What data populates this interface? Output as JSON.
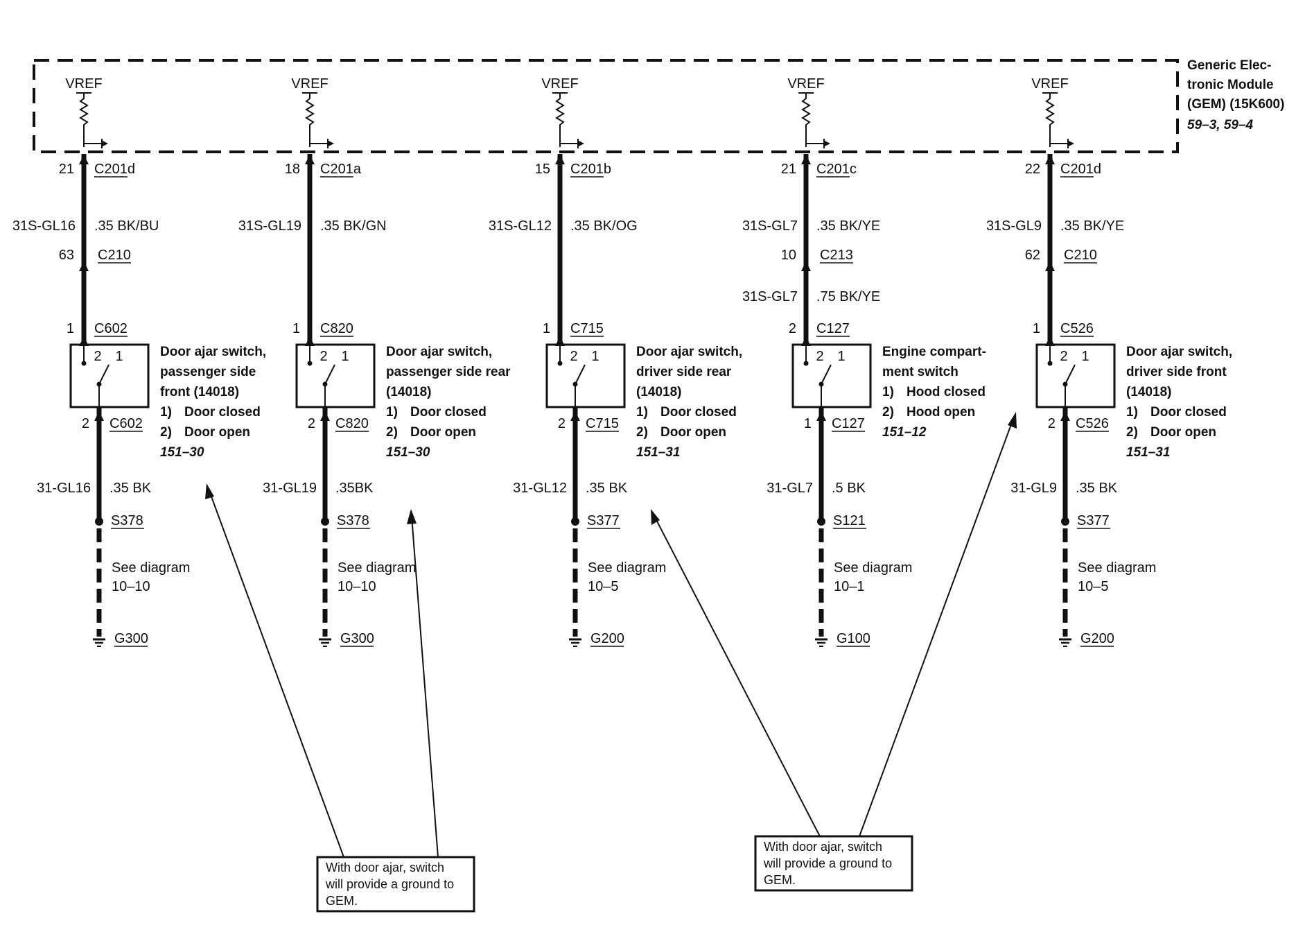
{
  "module": {
    "name_lines": [
      "Generic Elec-",
      "tronic Module",
      "(GEM) (15K600)"
    ],
    "ref": "59–3, 59–4",
    "vref_label": "VREF"
  },
  "circuits": [
    {
      "gem_pin": "21",
      "gem_connector": "C201d",
      "upper_circuit": "31S-GL16",
      "upper_wire": ".35 BK/BU",
      "inline_pin": "63",
      "inline_connector": "C210",
      "mid_circuit": "",
      "mid_wire": "",
      "sw_in_pin": "1",
      "sw_in_connector": "C602",
      "sw_out_pin": "2",
      "sw_out_connector": "C602",
      "component": [
        "Door ajar switch,",
        "passenger side",
        "front (14018)"
      ],
      "state1_num": "1)",
      "state1": "Door closed",
      "state2_num": "2)",
      "state2": "Door open",
      "ref": "151–30",
      "lower_circuit": "31-GL16",
      "lower_wire": ".35 BK",
      "splice": "S378",
      "see_line1": "See diagram",
      "see_line2": "10–10",
      "ground": "G300"
    },
    {
      "gem_pin": "18",
      "gem_connector": "C201a",
      "upper_circuit": "31S-GL19",
      "upper_wire": ".35 BK/GN",
      "inline_pin": "",
      "inline_connector": "",
      "mid_circuit": "",
      "mid_wire": "",
      "sw_in_pin": "1",
      "sw_in_connector": "C820",
      "sw_out_pin": "2",
      "sw_out_connector": "C820",
      "component": [
        "Door ajar switch,",
        "passenger side rear",
        "(14018)"
      ],
      "state1_num": "1)",
      "state1": "Door closed",
      "state2_num": "2)",
      "state2": "Door open",
      "ref": "151–30",
      "lower_circuit": "31-GL19",
      "lower_wire": ".35BK",
      "splice": "S378",
      "see_line1": "See diagram",
      "see_line2": "10–10",
      "ground": "G300"
    },
    {
      "gem_pin": "15",
      "gem_connector": "C201b",
      "upper_circuit": "31S-GL12",
      "upper_wire": ".35 BK/OG",
      "inline_pin": "",
      "inline_connector": "",
      "mid_circuit": "",
      "mid_wire": "",
      "sw_in_pin": "1",
      "sw_in_connector": "C715",
      "sw_out_pin": "2",
      "sw_out_connector": "C715",
      "component": [
        "Door ajar switch,",
        "driver side rear",
        "(14018)"
      ],
      "state1_num": "1)",
      "state1": "Door closed",
      "state2_num": "2)",
      "state2": "Door open",
      "ref": "151–31",
      "lower_circuit": "31-GL12",
      "lower_wire": ".35 BK",
      "splice": "S377",
      "see_line1": "See diagram",
      "see_line2": "10–5",
      "ground": "G200"
    },
    {
      "gem_pin": "21",
      "gem_connector": "C201c",
      "upper_circuit": "31S-GL7",
      "upper_wire": ".35 BK/YE",
      "inline_pin": "10",
      "inline_connector": "C213",
      "mid_circuit": "31S-GL7",
      "mid_wire": ".75 BK/YE",
      "sw_in_pin": "2",
      "sw_in_connector": "C127",
      "sw_out_pin": "1",
      "sw_out_connector": "C127",
      "component": [
        "Engine compart-",
        "ment switch"
      ],
      "state1_num": "1)",
      "state1": "Hood closed",
      "state2_num": "2)",
      "state2": "Hood open",
      "ref": "151–12",
      "lower_circuit": "31-GL7",
      "lower_wire": ".5 BK",
      "splice": "S121",
      "see_line1": "See diagram",
      "see_line2": "10–1",
      "ground": "G100"
    },
    {
      "gem_pin": "22",
      "gem_connector": "C201d",
      "upper_circuit": "31S-GL9",
      "upper_wire": ".35 BK/YE",
      "inline_pin": "62",
      "inline_connector": "C210",
      "mid_circuit": "",
      "mid_wire": "",
      "sw_in_pin": "1",
      "sw_in_connector": "C526",
      "sw_out_pin": "2",
      "sw_out_connector": "C526",
      "component": [
        "Door ajar switch,",
        "driver side front",
        "(14018)"
      ],
      "state1_num": "1)",
      "state1": "Door closed",
      "state2_num": "2)",
      "state2": "Door open",
      "ref": "151–31",
      "lower_circuit": "31-GL9",
      "lower_wire": ".35 BK",
      "splice": "S377",
      "see_line1": "See diagram",
      "see_line2": "10–5",
      "ground": "G200"
    }
  ],
  "switch_contacts": {
    "a": "2",
    "b": "1"
  },
  "callouts": [
    {
      "lines": [
        "With door ajar, switch",
        "will provide a ground to",
        "GEM."
      ]
    },
    {
      "lines": [
        "With door ajar, switch",
        "will provide a ground to",
        "GEM."
      ]
    }
  ]
}
